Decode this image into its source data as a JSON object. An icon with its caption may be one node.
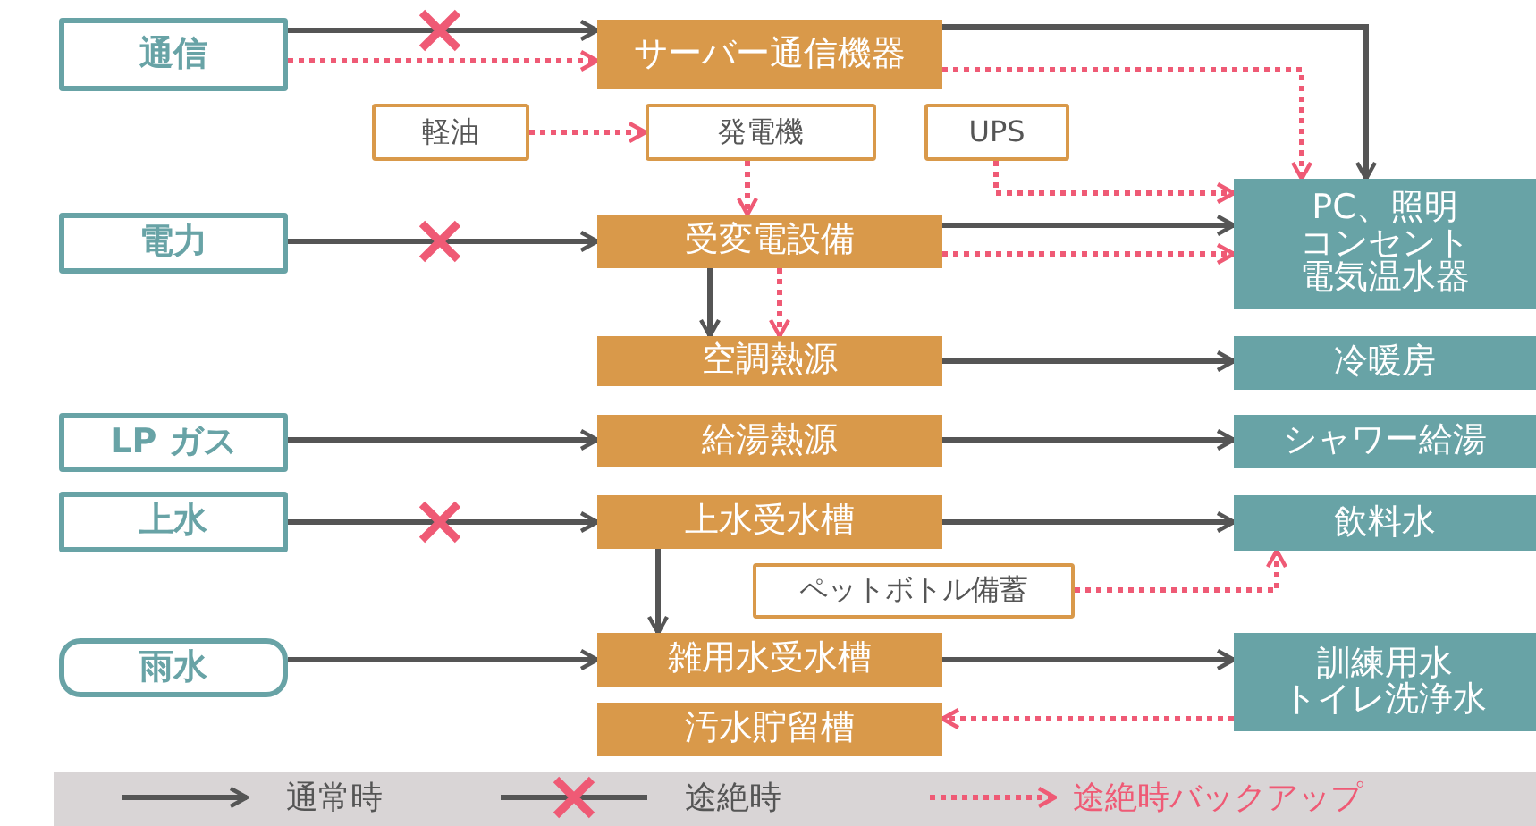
{
  "diagram": {
    "nodes": [
      {
        "text": [
          "通信"
        ]
      },
      {
        "text": [
          "サーバー通信機器"
        ]
      },
      {
        "text": [
          "軽油"
        ]
      },
      {
        "text": [
          "発電機"
        ]
      },
      {
        "text": [
          "UPS"
        ]
      },
      {
        "text": [
          "PC、照明コンセント電気温水器"
        ]
      },
      {
        "text": [
          "電力"
        ]
      },
      {
        "text": [
          "受変電設備"
        ]
      },
      {
        "text": [
          "空調熱源"
        ]
      },
      {
        "text": [
          "冷暖房"
        ]
      },
      {
        "text": [
          "LP ガス"
        ]
      },
      {
        "text": [
          "給湯熱源"
        ]
      },
      {
        "text": [
          "シャワー給湯"
        ]
      },
      {
        "text": [
          "上水"
        ]
      },
      {
        "text": [
          "上水受水槽"
        ]
      },
      {
        "text": [
          "飲料水"
        ]
      },
      {
        "text": [
          "ペットボトル備蓄"
        ]
      },
      {
        "text": [
          "雨水"
        ]
      },
      {
        "text": [
          "雑用水受水槽"
        ]
      },
      {
        "text": [
          "訓練用水トイレ洗浄水"
        ]
      },
      {
        "text": [
          "汚水貯留槽"
        ]
      }
    ],
    "edges": [
      {
        "from": 0,
        "to": 1,
        "arrow": "to"
      },
      {
        "from": 0,
        "to": 1,
        "arrow": "to",
        "style": "dashed",
        "color": "#ef5a75"
      },
      {
        "from": 1,
        "to": 5,
        "arrow": "to"
      },
      {
        "from": 1,
        "to": 5,
        "arrow": "to",
        "style": "dashed",
        "color": "#ef5a75"
      },
      {
        "from": 2,
        "to": 3,
        "arrow": "to",
        "style": "dashed",
        "color": "#ef5a75"
      },
      {
        "from": 3,
        "to": 7,
        "arrow": "to",
        "style": "dashed",
        "color": "#ef5a75"
      },
      {
        "from": 4,
        "to": 5,
        "arrow": "to",
        "style": "dashed",
        "color": "#ef5a75"
      },
      {
        "from": 6,
        "to": 7,
        "arrow": "to"
      },
      {
        "from": 7,
        "to": 5,
        "arrow": "to"
      },
      {
        "from": 7,
        "to": 5,
        "arrow": "to",
        "style": "dashed",
        "color": "#ef5a75"
      },
      {
        "from": 7,
        "to": 8,
        "arrow": "to"
      },
      {
        "from": 7,
        "to": 8,
        "arrow": "to",
        "style": "dashed",
        "color": "#ef5a75"
      },
      {
        "from": 8,
        "to": 9,
        "arrow": "to"
      },
      {
        "from": 10,
        "to": 11,
        "arrow": "to"
      },
      {
        "from": 11,
        "to": 12,
        "arrow": "to"
      },
      {
        "from": 13,
        "to": 14,
        "arrow": "to"
      },
      {
        "from": 14,
        "to": 15,
        "arrow": "to"
      },
      {
        "from": 14,
        "to": 18,
        "arrow": "to"
      },
      {
        "from": 16,
        "to": 15,
        "arrow": "to",
        "style": "dashed",
        "color": "#ef5a75"
      },
      {
        "from": 17,
        "to": 18,
        "arrow": "to"
      },
      {
        "from": 18,
        "to": 19,
        "arrow": "to"
      },
      {
        "from": 19,
        "to": 20,
        "arrow": "to",
        "style": "dashed",
        "color": "#ef5a75"
      }
    ],
    "legend": [
      {
        "text": "通常時"
      },
      {
        "text": "途絶時"
      },
      {
        "text": "途絶時バックアップ"
      }
    ]
  }
}
